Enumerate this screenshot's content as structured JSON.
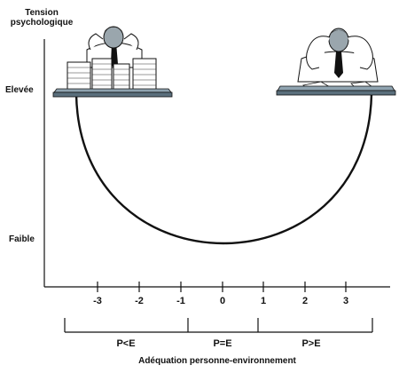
{
  "y_axis": {
    "title_line1": "Tension",
    "title_line2": "psychologique",
    "label_high": "Elevée",
    "label_low": "Faible"
  },
  "x_axis": {
    "title": "Adéquation personne-environnement",
    "ticks": [
      "-3",
      "-2",
      "-1",
      "0",
      "1",
      "2",
      "3"
    ],
    "groups": [
      "P<E",
      "P=E",
      "P>E"
    ]
  },
  "curve": {
    "description_points": {
      "left_top_tension": "Elevée",
      "bottom_tension": "Faible",
      "right_top_tension": "Elevée"
    }
  },
  "illustrations": {
    "left": "overworked-person-icon",
    "right": "underworked-person-icon"
  },
  "colors": {
    "ink": "#111111",
    "desk": "#5a6f7c",
    "desk_top": "#8fa3b0",
    "shirt": "#ffffff",
    "skin": "#9aa6ad"
  }
}
